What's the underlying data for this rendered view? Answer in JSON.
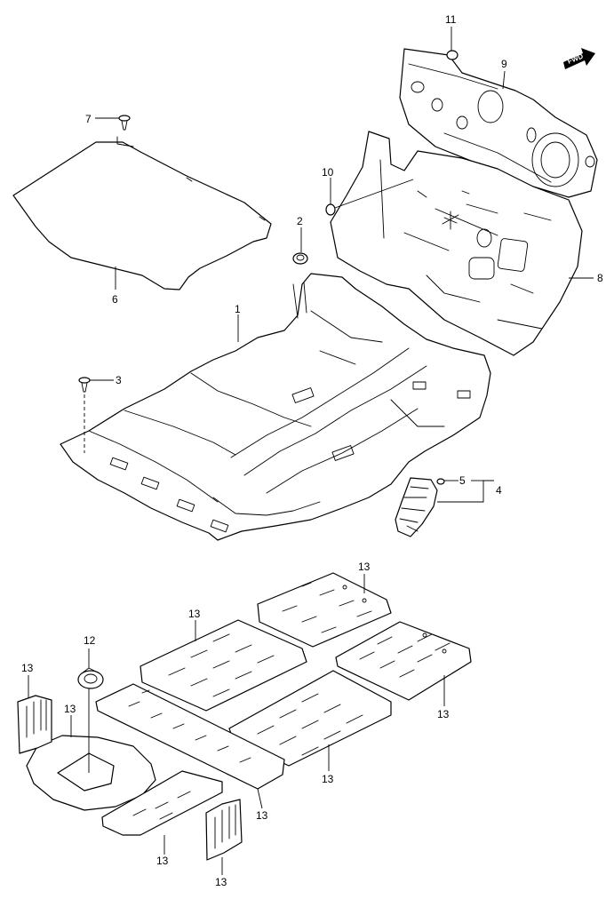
{
  "fwd_label": "FWD",
  "callouts": {
    "c1": "1",
    "c2": "2",
    "c3": "3",
    "c4": "4",
    "c5": "5",
    "c6": "6",
    "c7": "7",
    "c8": "8",
    "c9": "9",
    "c10": "10",
    "c11": "11",
    "c12": "12",
    "c13a": "13",
    "c13b": "13",
    "c13c": "13",
    "c13d": "13",
    "c13e": "13",
    "c13f": "13",
    "c13g": "13",
    "c13h": "13"
  }
}
